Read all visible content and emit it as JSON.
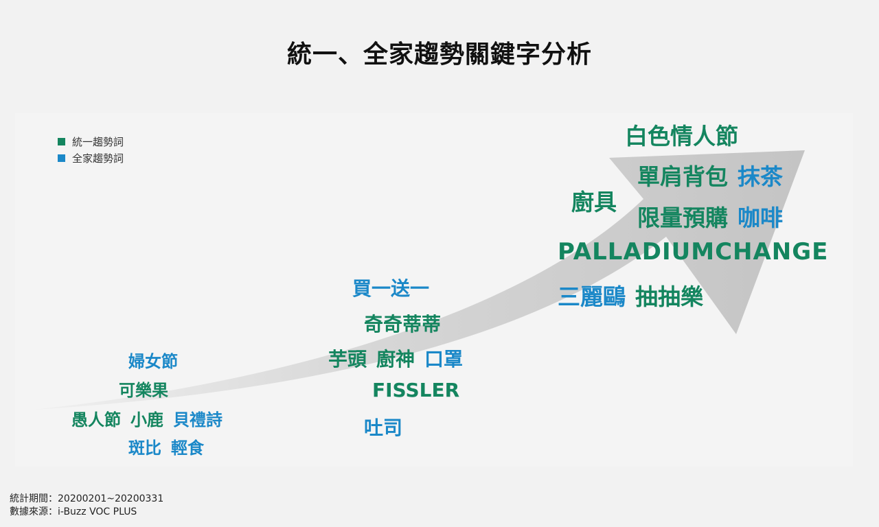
{
  "title": "統一、全家趨勢關鍵字分析",
  "colors": {
    "unif": "#14855f",
    "family": "#1b88c8"
  },
  "legend": [
    {
      "label": "統一趨勢詞",
      "color": "#14855f"
    },
    {
      "label": "全家趨勢詞",
      "color": "#1b88c8"
    }
  ],
  "keywords": {
    "l1": [
      {
        "text": "婦女節",
        "brand": "family"
      }
    ],
    "l2": [
      {
        "text": "可樂果",
        "brand": "unif"
      }
    ],
    "l3": [
      {
        "text": "愚人節",
        "brand": "unif"
      },
      {
        "text": "小鹿",
        "brand": "unif"
      },
      {
        "text": "貝禮詩",
        "brand": "family"
      }
    ],
    "l4": [
      {
        "text": "斑比",
        "brand": "family"
      },
      {
        "text": "輕食",
        "brand": "family"
      }
    ],
    "m1": [
      {
        "text": "買一送一",
        "brand": "family"
      }
    ],
    "m2": [
      {
        "text": "奇奇蒂蒂",
        "brand": "unif"
      }
    ],
    "m3": [
      {
        "text": "芋頭",
        "brand": "unif"
      },
      {
        "text": "廚神",
        "brand": "unif"
      },
      {
        "text": "口罩",
        "brand": "family"
      }
    ],
    "m4": [
      {
        "text": "FISSLER",
        "brand": "unif"
      }
    ],
    "m5": [
      {
        "text": "吐司",
        "brand": "family"
      }
    ],
    "r1": [
      {
        "text": "白色情人節",
        "brand": "unif"
      }
    ],
    "r2": [
      {
        "text": "單肩背包",
        "brand": "unif"
      },
      {
        "text": "抹茶",
        "brand": "family"
      }
    ],
    "r3": [
      {
        "text": "廚具",
        "brand": "unif"
      }
    ],
    "r4": [
      {
        "text": "限量預購",
        "brand": "unif"
      },
      {
        "text": "咖啡",
        "brand": "family"
      }
    ],
    "r5": [
      {
        "text": "PALLADIUMCHANGE",
        "brand": "unif"
      }
    ],
    "r6": [
      {
        "text": "三麗鷗",
        "brand": "family"
      },
      {
        "text": "抽抽樂",
        "brand": "unif"
      }
    ]
  },
  "footer": {
    "period": "統計期間：20200201~20200331",
    "source": "數據來源：i-Buzz VOC PLUS"
  }
}
